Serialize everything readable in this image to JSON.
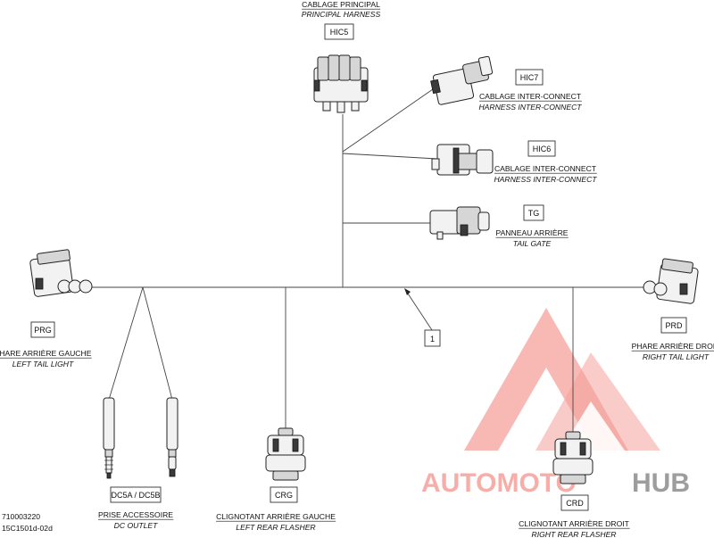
{
  "connectors": {
    "hic5": {
      "code": "HIC5",
      "label_fr": "CABLAGE PRINCIPAL",
      "label_en": "PRINCIPAL HARNESS"
    },
    "hic7": {
      "code": "HIC7",
      "label_fr": "CABLAGE INTER-CONNECT",
      "label_en": "HARNESS INTER-CONNECT"
    },
    "hic6": {
      "code": "HIC6",
      "label_fr": "CABLAGE INTER-CONNECT",
      "label_en": "HARNESS INTER-CONNECT"
    },
    "tg": {
      "code": "TG",
      "label_fr": "PANNEAU ARRIÈRE",
      "label_en": "TAIL GATE"
    },
    "prg": {
      "code": "PRG",
      "label_fr": "PHARE ARRIÈRE GAUCHE",
      "label_en": "LEFT TAIL LIGHT"
    },
    "prd": {
      "code": "PRD",
      "label_fr": "PHARE ARRIÈRE DROIT",
      "label_en": "RIGHT TAIL LIGHT"
    },
    "dc5": {
      "code": "DC5A / DC5B",
      "label_fr": "PRISE ACCESSOIRE",
      "label_en": "DC OUTLET"
    },
    "crg": {
      "code": "CRG",
      "label_fr": "CLIGNOTANT ARRIÈRE GAUCHE",
      "label_en": "LEFT REAR FLASHER"
    },
    "crd": {
      "code": "CRD",
      "label_fr": "CLIGNOTANT ARRIÈRE DROIT",
      "label_en": "RIGHT REAR FLASHER"
    }
  },
  "callout": {
    "number": "1"
  },
  "footer": {
    "part_number": "710003220",
    "drawing_code": "15C1501d-02d"
  },
  "watermark": {
    "part1": "AUTOMOTO",
    "part2": "HUB",
    "color_main": "#f6a19a",
    "color_accent": "#f7b04d",
    "color_hub": "#8c8c8c"
  }
}
